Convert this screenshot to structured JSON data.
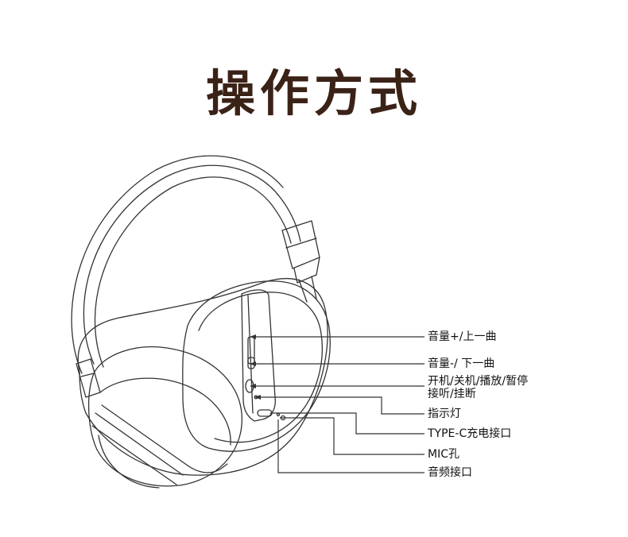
{
  "title": "操作方式",
  "colors": {
    "title": "#3b2217",
    "line": "#333333",
    "label": "#111111"
  },
  "labels": {
    "vol_up": "音量+/上一曲",
    "vol_down": "音量-/ 下一曲",
    "power_line1": "开机/关机/播放/暂停",
    "power_line2": "接听/挂断",
    "indicator": "指示灯",
    "typec": "TYPE-C充电接口",
    "mic": "MIC孔",
    "audio": "音频接口"
  }
}
